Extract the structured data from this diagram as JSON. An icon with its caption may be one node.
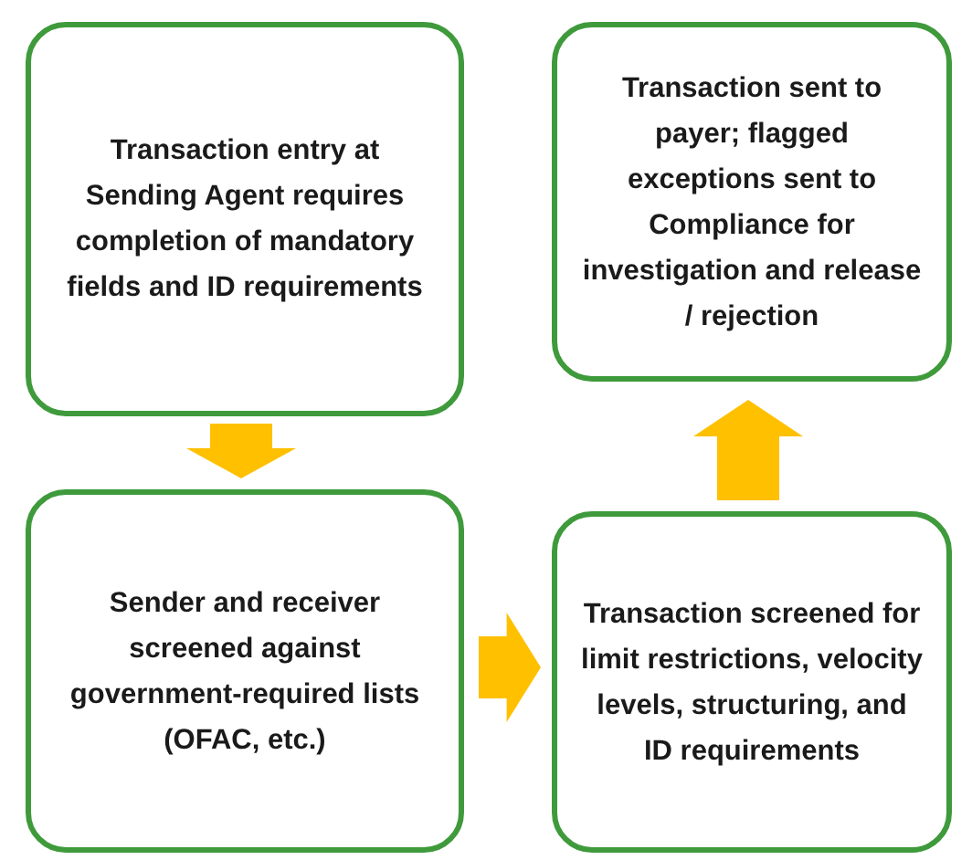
{
  "diagram": {
    "nodes": [
      {
        "text": [
          "Transaction entry at Sending Agent requires completion of mandatory fields and ID requirements"
        ]
      },
      {
        "text": [
          "Transaction sent to payer; flagged exceptions sent to Compliance for investigation and release / rejection"
        ]
      },
      {
        "text": [
          "Sender and receiver screened against government-required lists (OFAC, etc.)"
        ]
      },
      {
        "text": [
          "Transaction screened for limit restrictions, velocity levels, structuring, and ID requirements"
        ]
      }
    ],
    "edges": [
      {
        "from": 0,
        "to": 2,
        "arrow": "to"
      },
      {
        "from": 2,
        "to": 3,
        "arrow": "to"
      },
      {
        "from": 3,
        "to": 1,
        "arrow": "to"
      }
    ]
  }
}
